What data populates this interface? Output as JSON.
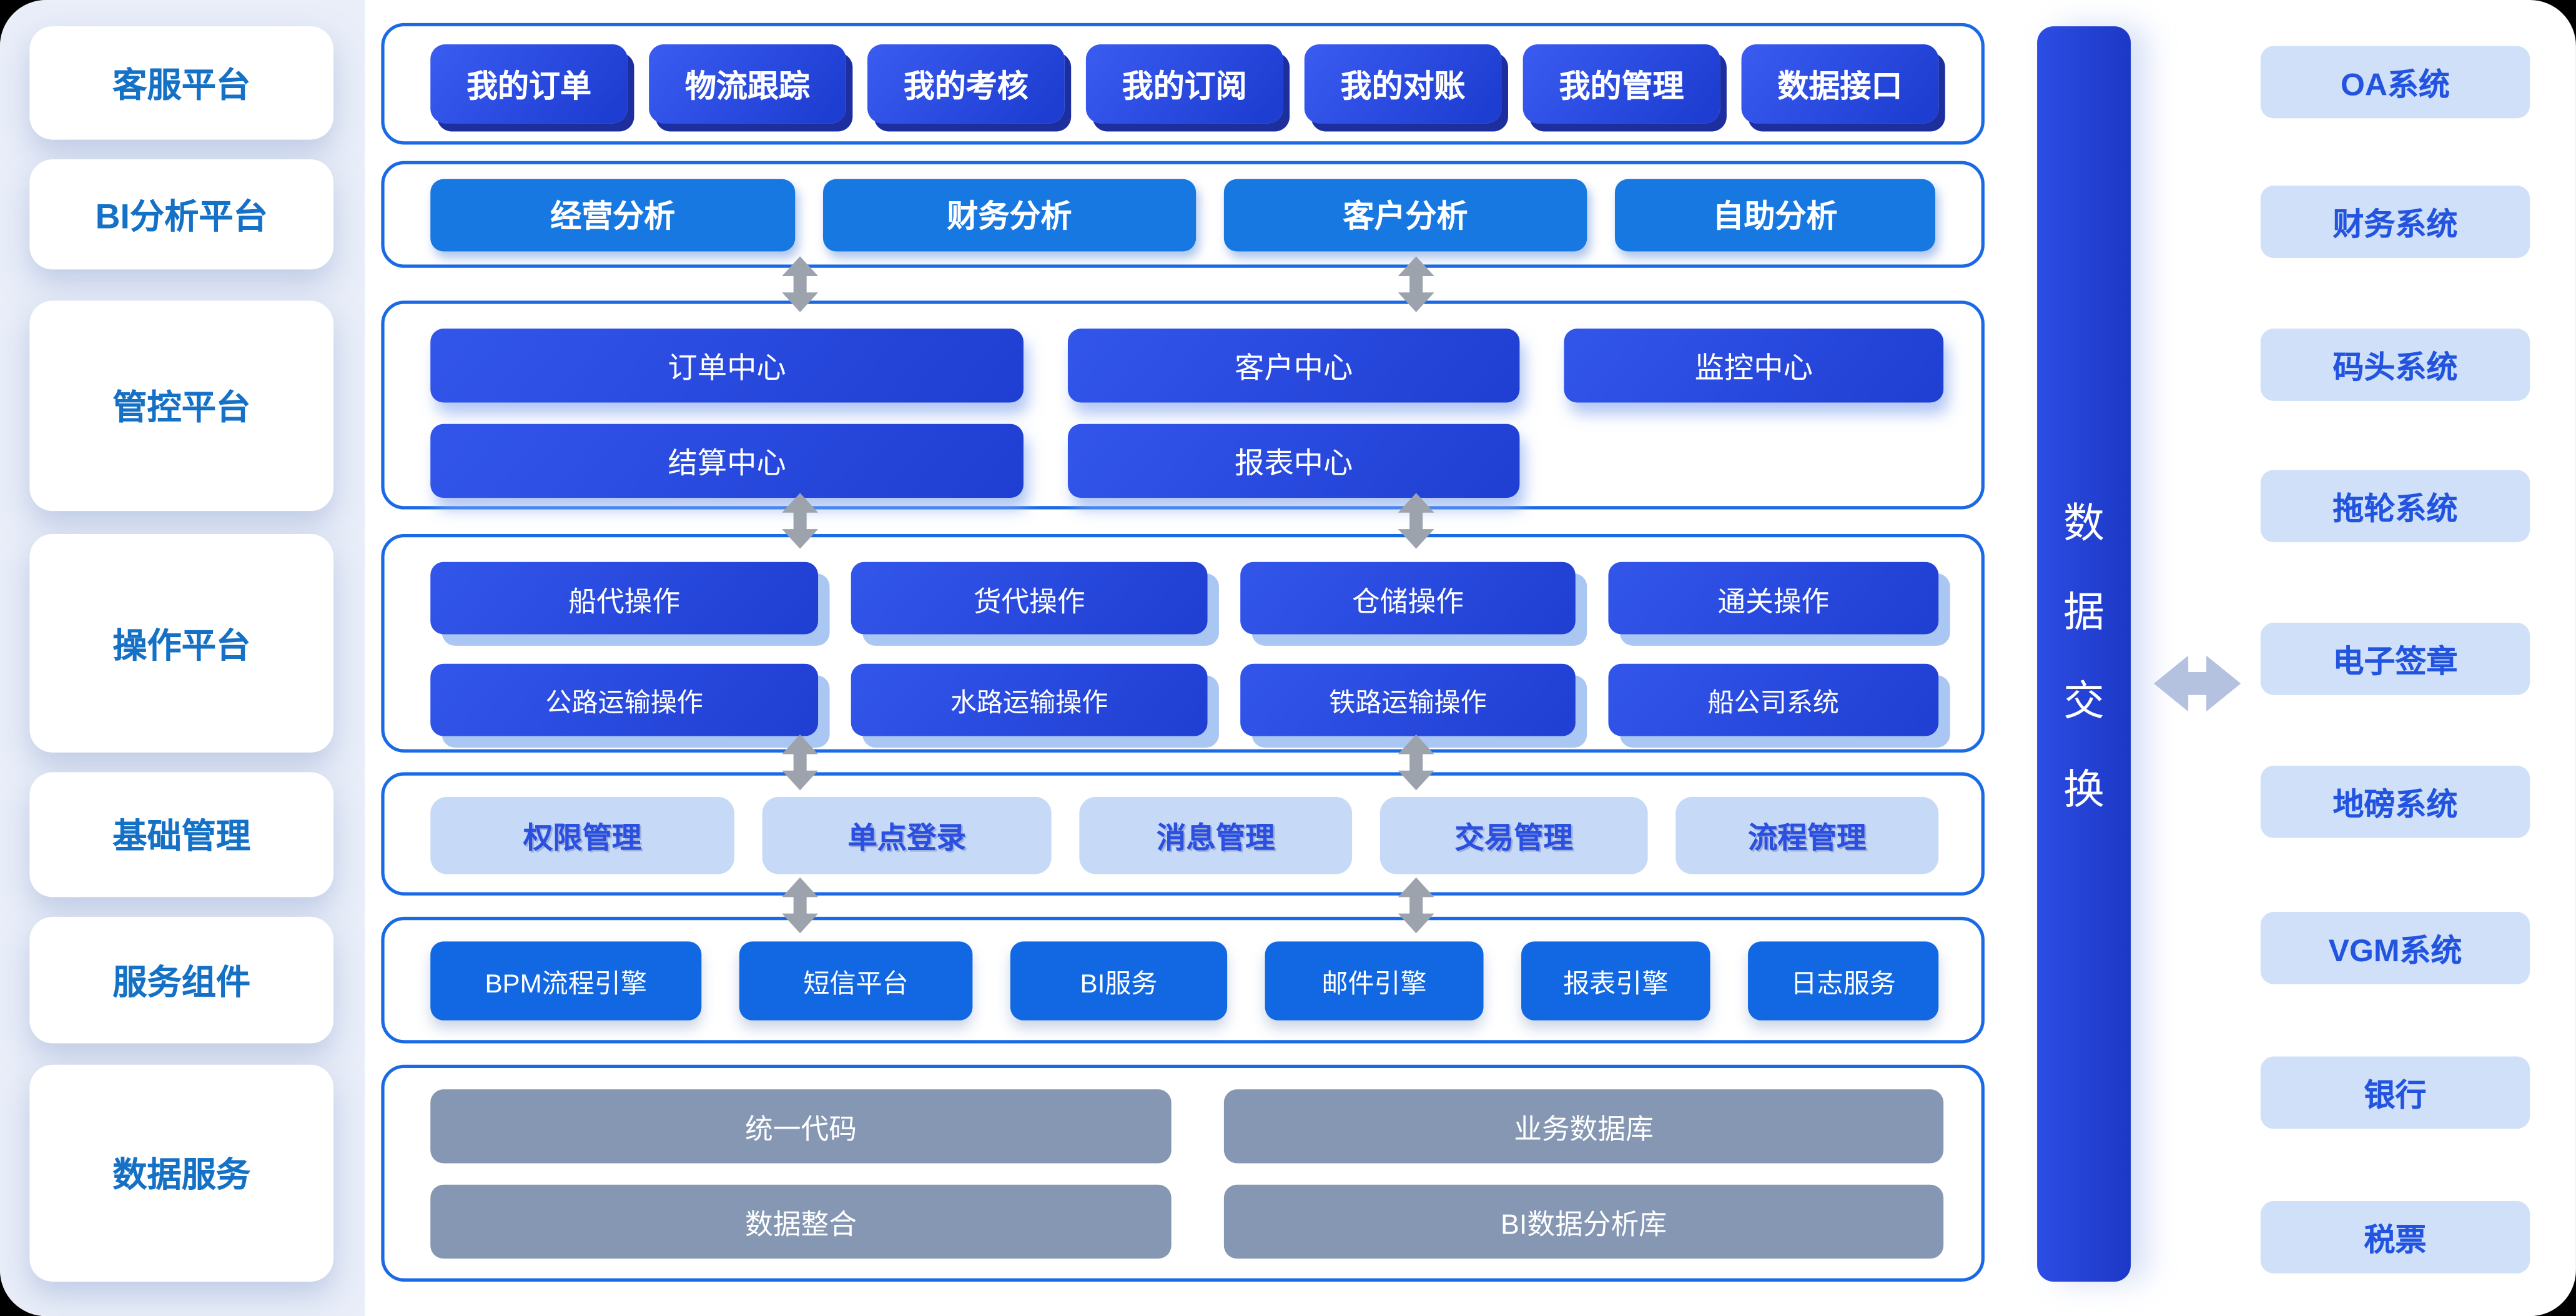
{
  "sidebar": {
    "items": [
      {
        "label": "客服平台"
      },
      {
        "label": "BI分析平台"
      },
      {
        "label": "管控平台"
      },
      {
        "label": "操作平台"
      },
      {
        "label": "基础管理"
      },
      {
        "label": "服务组件"
      },
      {
        "label": "数据服务"
      }
    ]
  },
  "modules": {
    "customer_service": [
      "我的订单",
      "物流跟踪",
      "我的考核",
      "我的订阅",
      "我的对账",
      "我的管理",
      "数据接口"
    ],
    "bi": [
      "经营分析",
      "财务分析",
      "客户分析",
      "自助分析"
    ],
    "control_row1": [
      "订单中心",
      "客户中心",
      "监控中心"
    ],
    "control_row2": [
      "结算中心",
      "报表中心"
    ],
    "operation_row1": [
      "船代操作",
      "货代操作",
      "仓储操作",
      "通关操作"
    ],
    "operation_row2": [
      "公路运输操作",
      "水路运输操作",
      "铁路运输操作",
      "船公司系统"
    ],
    "basic": [
      "权限管理",
      "单点登录",
      "消息管理",
      "交易管理",
      "流程管理"
    ],
    "service": [
      "BPM流程引擎",
      "短信平台",
      "BI服务",
      "邮件引擎",
      "报表引擎",
      "日志服务"
    ],
    "data_row1": [
      "统一代码",
      "业务数据库"
    ],
    "data_row2": [
      "数据整合",
      "BI数据分析库"
    ]
  },
  "data_exchange": {
    "label": "数据交换",
    "chars": [
      "数",
      "据",
      "交",
      "换"
    ]
  },
  "external_systems": [
    "OA系统",
    "财务系统",
    "码头系统",
    "拖轮系统",
    "电子签章",
    "地磅系统",
    "VGM系统",
    "银行",
    "税票"
  ],
  "colors": {
    "box_border": "#1a6ae6",
    "royal_button": "#2747dc",
    "royal_button_shadow": "#1d2f9f",
    "bright_blue_button": "#1778e1",
    "service_button": "#1168e2",
    "light_blue_button_bg": "#c6d9f7",
    "light_blue_button_text": "#2b50e0",
    "gray_button": "#8597b3",
    "sidebar_text": "#1571c5",
    "sidebar_strip_bg": "#e9eef9",
    "external_card_bg": "#cfe0f8",
    "external_card_text": "#2254e0",
    "data_exchange_bg": "#2443d6",
    "arrow_gray": "#9ca3ad",
    "arrow_blue": "#b4c2e0"
  }
}
